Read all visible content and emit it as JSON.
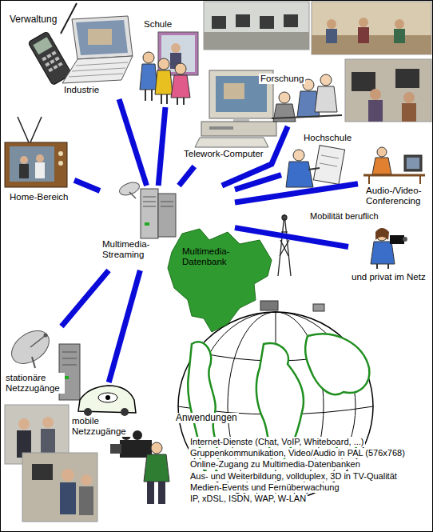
{
  "diagram": {
    "nodes": [
      {
        "text": [
          "Multimedia- Streaming",
          "Multimedia- Datenbank"
        ]
      },
      {
        "text": [
          "Industrie"
        ]
      },
      {
        "text": [
          "Schule"
        ]
      },
      {
        "text": [
          "Forschung"
        ]
      },
      {
        "text": [
          "Telework-Computer"
        ]
      },
      {
        "text": [
          "Hochschule"
        ]
      },
      {
        "text": [
          "Audio-/Video- Conferencing"
        ]
      },
      {
        "text": [
          "und privat im Netz"
        ]
      },
      {
        "text": [
          "Home-Bereich"
        ]
      },
      {
        "text": [
          "stationäre Netzzugänge"
        ]
      },
      {
        "text": [
          "mobile Netzzugänge"
        ]
      }
    ],
    "edges": [
      {
        "from": 0,
        "to": 1,
        "arrow": "none"
      },
      {
        "from": 0,
        "to": 2,
        "arrow": "none"
      },
      {
        "from": 0,
        "to": 3,
        "arrow": "none"
      },
      {
        "from": 0,
        "to": 4,
        "arrow": "none"
      },
      {
        "from": 0,
        "to": 5,
        "arrow": "none"
      },
      {
        "from": 0,
        "to": 6,
        "arrow": "none"
      },
      {
        "from": 0,
        "to": 7,
        "arrow": "none"
      },
      {
        "from": 0,
        "to": 8,
        "arrow": "none"
      },
      {
        "from": 0,
        "to": 9,
        "arrow": "none"
      },
      {
        "from": 0,
        "to": 10,
        "arrow": "none"
      }
    ],
    "labels": [
      "Verwaltung",
      "Mobilität beruflich",
      "Anwendungen",
      "Internet-Dienste (Chat, VoIP, Whiteboard, ...)",
      "Gruppenkommunikation, Video/Audio in PAL (576x768)",
      "Online-Zugang zu Multimedia-Datenbanken",
      "Aus- und Weiterbildung, vollduplex, 3D in TV-Qualität",
      "Medien-Events und Fernüberwachung",
      "IP, xDSL, ISDN, WAP, W-LAN"
    ]
  }
}
